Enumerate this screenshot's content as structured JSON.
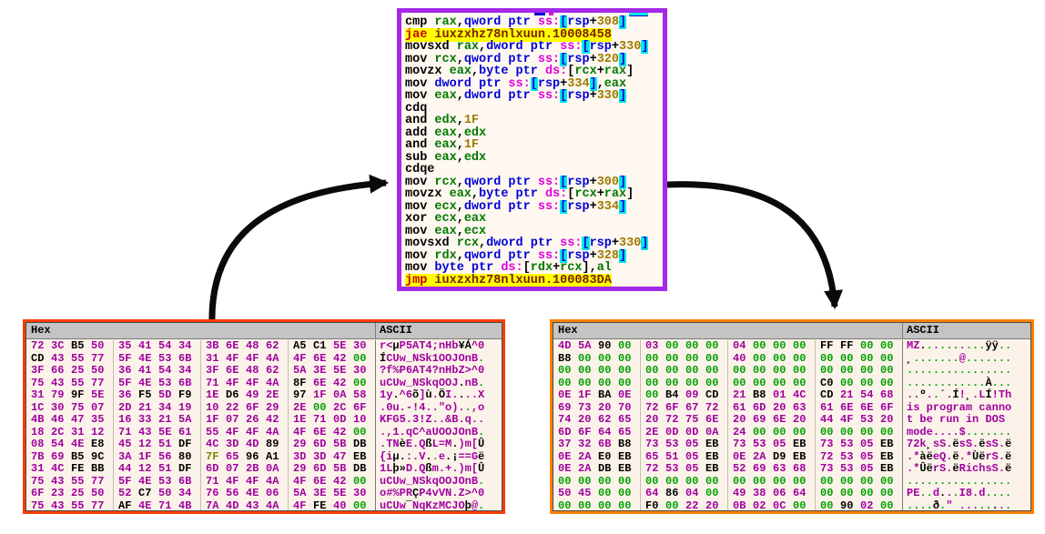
{
  "disasm_panel": {
    "border_color": "#A428E8",
    "background": "#FFF8F0",
    "highlight_color": "#FFFF00",
    "module_name": "iuxzxhz78nlxuun",
    "lines": [
      {
        "hl": false,
        "segs": [
          [
            "mn",
            "cmp "
          ],
          [
            "reg",
            "rax"
          ],
          [
            "pl",
            ","
          ],
          [
            "kw",
            "qword ptr "
          ],
          [
            "seg",
            "ss:"
          ],
          [
            "br",
            "["
          ],
          [
            "sreg",
            "rsp"
          ],
          [
            "pl",
            "+"
          ],
          [
            "num",
            "308"
          ],
          [
            "br",
            "]"
          ]
        ]
      },
      {
        "hl": true,
        "segs": [
          [
            "jcc",
            "jae "
          ],
          [
            "tgt",
            "iuxzxhz78nlxuun.10008458"
          ]
        ]
      },
      {
        "hl": false,
        "segs": [
          [
            "mn",
            "movsxd "
          ],
          [
            "reg",
            "rax"
          ],
          [
            "pl",
            ","
          ],
          [
            "kw",
            "dword ptr "
          ],
          [
            "seg",
            "ss:"
          ],
          [
            "br",
            "["
          ],
          [
            "sreg",
            "rsp"
          ],
          [
            "pl",
            "+"
          ],
          [
            "num",
            "330"
          ],
          [
            "br",
            "]"
          ]
        ]
      },
      {
        "hl": false,
        "segs": [
          [
            "mn",
            "mov "
          ],
          [
            "reg",
            "rcx"
          ],
          [
            "pl",
            ","
          ],
          [
            "kw",
            "qword ptr "
          ],
          [
            "seg",
            "ss:"
          ],
          [
            "br",
            "["
          ],
          [
            "sreg",
            "rsp"
          ],
          [
            "pl",
            "+"
          ],
          [
            "num",
            "320"
          ],
          [
            "br",
            "]"
          ]
        ]
      },
      {
        "hl": false,
        "segs": [
          [
            "mn",
            "movzx "
          ],
          [
            "reg",
            "eax"
          ],
          [
            "pl",
            ","
          ],
          [
            "kw",
            "byte ptr "
          ],
          [
            "seg",
            "ds:"
          ],
          [
            "pl",
            "["
          ],
          [
            "reg",
            "rcx"
          ],
          [
            "pl",
            "+"
          ],
          [
            "reg",
            "rax"
          ],
          [
            "pl",
            "]"
          ]
        ]
      },
      {
        "hl": false,
        "segs": [
          [
            "mn",
            "mov "
          ],
          [
            "kw",
            "dword ptr "
          ],
          [
            "seg",
            "ss:"
          ],
          [
            "br",
            "["
          ],
          [
            "sreg",
            "rsp"
          ],
          [
            "pl",
            "+"
          ],
          [
            "num",
            "334"
          ],
          [
            "br",
            "]"
          ],
          [
            "pl",
            ","
          ],
          [
            "reg",
            "eax"
          ]
        ]
      },
      {
        "hl": false,
        "segs": [
          [
            "mn",
            "mov "
          ],
          [
            "reg",
            "eax"
          ],
          [
            "pl",
            ","
          ],
          [
            "kw",
            "dword ptr "
          ],
          [
            "seg",
            "ss:"
          ],
          [
            "br",
            "["
          ],
          [
            "sreg",
            "rsp"
          ],
          [
            "pl",
            "+"
          ],
          [
            "num",
            "330"
          ],
          [
            "br",
            "]"
          ]
        ]
      },
      {
        "hl": false,
        "segs": [
          [
            "mn",
            "cdq"
          ]
        ]
      },
      {
        "hl": false,
        "segs": [
          [
            "mn",
            "and "
          ],
          [
            "reg",
            "edx"
          ],
          [
            "pl",
            ","
          ],
          [
            "num",
            "1F"
          ]
        ]
      },
      {
        "hl": false,
        "segs": [
          [
            "mn",
            "add "
          ],
          [
            "reg",
            "eax"
          ],
          [
            "pl",
            ","
          ],
          [
            "reg",
            "edx"
          ]
        ]
      },
      {
        "hl": false,
        "segs": [
          [
            "mn",
            "and "
          ],
          [
            "reg",
            "eax"
          ],
          [
            "pl",
            ","
          ],
          [
            "num",
            "1F"
          ]
        ]
      },
      {
        "hl": false,
        "segs": [
          [
            "mn",
            "sub "
          ],
          [
            "reg",
            "eax"
          ],
          [
            "pl",
            ","
          ],
          [
            "reg",
            "edx"
          ]
        ]
      },
      {
        "hl": false,
        "segs": [
          [
            "mn",
            "cdqe"
          ]
        ]
      },
      {
        "hl": false,
        "segs": [
          [
            "mn",
            "mov "
          ],
          [
            "reg",
            "rcx"
          ],
          [
            "pl",
            ","
          ],
          [
            "kw",
            "qword ptr "
          ],
          [
            "seg",
            "ss:"
          ],
          [
            "br",
            "["
          ],
          [
            "sreg",
            "rsp"
          ],
          [
            "pl",
            "+"
          ],
          [
            "num",
            "300"
          ],
          [
            "br",
            "]"
          ]
        ]
      },
      {
        "hl": false,
        "segs": [
          [
            "mn",
            "movzx "
          ],
          [
            "reg",
            "eax"
          ],
          [
            "pl",
            ","
          ],
          [
            "kw",
            "byte ptr "
          ],
          [
            "seg",
            "ds:"
          ],
          [
            "pl",
            "["
          ],
          [
            "reg",
            "rcx"
          ],
          [
            "pl",
            "+"
          ],
          [
            "reg",
            "rax"
          ],
          [
            "pl",
            "]"
          ]
        ]
      },
      {
        "hl": false,
        "segs": [
          [
            "mn",
            "mov "
          ],
          [
            "reg",
            "ecx"
          ],
          [
            "pl",
            ","
          ],
          [
            "kw",
            "dword ptr "
          ],
          [
            "seg",
            "ss:"
          ],
          [
            "br",
            "["
          ],
          [
            "sreg",
            "rsp"
          ],
          [
            "pl",
            "+"
          ],
          [
            "num",
            "334"
          ],
          [
            "br",
            "]"
          ]
        ]
      },
      {
        "hl": false,
        "segs": [
          [
            "mn",
            "xor "
          ],
          [
            "reg",
            "ecx"
          ],
          [
            "pl",
            ","
          ],
          [
            "reg",
            "eax"
          ]
        ]
      },
      {
        "hl": false,
        "segs": [
          [
            "mn",
            "mov "
          ],
          [
            "reg",
            "eax"
          ],
          [
            "pl",
            ","
          ],
          [
            "reg",
            "ecx"
          ]
        ]
      },
      {
        "hl": false,
        "segs": [
          [
            "mn",
            "movsxd "
          ],
          [
            "reg",
            "rcx"
          ],
          [
            "pl",
            ","
          ],
          [
            "kw",
            "dword ptr "
          ],
          [
            "seg",
            "ss:"
          ],
          [
            "br",
            "["
          ],
          [
            "sreg",
            "rsp"
          ],
          [
            "pl",
            "+"
          ],
          [
            "num",
            "330"
          ],
          [
            "br",
            "]"
          ]
        ]
      },
      {
        "hl": false,
        "segs": [
          [
            "mn",
            "mov "
          ],
          [
            "reg",
            "rdx"
          ],
          [
            "pl",
            ","
          ],
          [
            "kw",
            "qword ptr "
          ],
          [
            "seg",
            "ss:"
          ],
          [
            "br",
            "["
          ],
          [
            "sreg",
            "rsp"
          ],
          [
            "pl",
            "+"
          ],
          [
            "num",
            "328"
          ],
          [
            "br",
            "]"
          ]
        ]
      },
      {
        "hl": false,
        "segs": [
          [
            "mn",
            "mov "
          ],
          [
            "kw",
            "byte ptr "
          ],
          [
            "seg",
            "ds:"
          ],
          [
            "pl",
            "["
          ],
          [
            "reg",
            "rdx"
          ],
          [
            "pl",
            "+"
          ],
          [
            "reg",
            "rcx"
          ],
          [
            "pl",
            "]"
          ],
          [
            "pl",
            ","
          ],
          [
            "reg",
            "al"
          ]
        ]
      },
      {
        "hl": true,
        "segs": [
          [
            "jcc",
            "jmp "
          ],
          [
            "tgt",
            "iuxzxhz78nlxuun.100083DA"
          ]
        ]
      }
    ]
  },
  "hex_left": {
    "border_color": "#FF3D00",
    "header": {
      "hex": "Hex",
      "ascii": "ASCII"
    },
    "rows": [
      {
        "bytes": "72 3C B5 50 35 41 54 34 3B 6E 48 62 A5 C1 5E 30",
        "ascii": "r<µP5AT4;nHb¥Á^0"
      },
      {
        "bytes": "CD 43 55 77 5F 4E 53 6B 31 4F 4F 4A 4F 6E 42 00",
        "ascii": "ÍCUw_NSk1OOJOnB."
      },
      {
        "bytes": "3F 66 25 50 36 41 54 34 3F 6E 48 62 5A 3E 5E 30",
        "ascii": "?f%P6AT4?nHbZ>^0"
      },
      {
        "bytes": "75 43 55 77 5F 4E 53 6B 71 4F 4F 4A 8F 6E 42 00",
        "ascii": "uCUw_NSkqOOJ.nB."
      },
      {
        "bytes": "31 79 9F 5E 36 F5 5D F9 1E D6 49 2E 97 1F 0A 58",
        "ascii": "1y.^6õ]ù.ÖI....X"
      },
      {
        "bytes": "1C 30 75 07 2D 21 34 19 10 22 6F 29 2E 00 2C 6F",
        "ascii": ".0u.-!4..\"o)..,o"
      },
      {
        "bytes": "4B 46 47 35 16 33 21 5A 1F 07 26 42 1E 71 0D 10",
        "ascii": "KFG5.3!Z..&B.q.."
      },
      {
        "bytes": "18 2C 31 12 71 43 5E 61 55 4F 4F 4A 4F 6E 42 00",
        "ascii": ".,1.qC^aUOOJOnB."
      },
      {
        "bytes": "08 54 4E E8 45 12 51 DF 4C 3D 4D 89 29 6D 5B DB",
        "ascii": ".TNèE.QßL=M.)m[Û"
      },
      {
        "bytes": "7B 69 B5 9C 3A 1F 56 80 7F 65 96 A1 3D 3D 47 EB",
        "ascii": "{iµ.:.V..e.¡==Gë"
      },
      {
        "bytes": "31 4C FE BB 44 12 51 DF 6D 07 2B 0A 29 6D 5B DB",
        "ascii": "1Lþ»D.Qßm.+.)m[Û"
      },
      {
        "bytes": "75 43 55 77 5F 4E 53 6B 71 4F 4F 4A 4F 6E 42 00",
        "ascii": "uCUw_NSkqOOJOnB."
      },
      {
        "bytes": "6F 23 25 50 52 C7 50 34 76 56 4E 06 5A 3E 5E 30",
        "ascii": "o#%PRÇP4vVN.Z>^0"
      },
      {
        "bytes": "75 43 55 77 AF 4E 71 4B 7A 4D 43 4A 4F FE 40 00",
        "ascii": "uCUw¯NqKzMCJOþ@."
      }
    ]
  },
  "hex_right": {
    "border_color": "#FF8000",
    "header": {
      "hex": "Hex",
      "ascii": "ASCII"
    },
    "rows": [
      {
        "bytes": "4D 5A 90 00 03 00 00 00 04 00 00 00 FF FF 00 00",
        "ascii": "MZ..........ÿÿ.."
      },
      {
        "bytes": "B8 00 00 00 00 00 00 00 40 00 00 00 00 00 00 00",
        "ascii": "¸.......@......."
      },
      {
        "bytes": "00 00 00 00 00 00 00 00 00 00 00 00 00 00 00 00",
        "ascii": "................"
      },
      {
        "bytes": "00 00 00 00 00 00 00 00 00 00 00 00 C0 00 00 00",
        "ascii": "............À..."
      },
      {
        "bytes": "0E 1F BA 0E 00 B4 09 CD 21 B8 01 4C CD 21 54 68",
        "ascii": "..º..´.Í!¸.LÍ!Th"
      },
      {
        "bytes": "69 73 20 70 72 6F 67 72 61 6D 20 63 61 6E 6E 6F",
        "ascii": "is program canno"
      },
      {
        "bytes": "74 20 62 65 20 72 75 6E 20 69 6E 20 44 4F 53 20",
        "ascii": "t be run in DOS "
      },
      {
        "bytes": "6D 6F 64 65 2E 0D 0D 0A 24 00 00 00 00 00 00 00",
        "ascii": "mode....$......."
      },
      {
        "bytes": "37 32 6B B8 73 53 05 EB 73 53 05 EB 73 53 05 EB",
        "ascii": "72k¸sS.ësS.ësS.ë"
      },
      {
        "bytes": "0E 2A E0 EB 65 51 05 EB 0E 2A D9 EB 72 53 05 EB",
        "ascii": ".*àëeQ.ë.*ÙërS.ë"
      },
      {
        "bytes": "0E 2A DB EB 72 53 05 EB 52 69 63 68 73 53 05 EB",
        "ascii": ".*ÛërS.ëRichsS.ë"
      },
      {
        "bytes": "00 00 00 00 00 00 00 00 00 00 00 00 00 00 00 00",
        "ascii": "................"
      },
      {
        "bytes": "50 45 00 00 64 86 04 00 49 38 06 64 00 00 00 00",
        "ascii": "PE..d...I8.d...."
      },
      {
        "bytes": "00 00 00 00 F0 00 22 20 0B 02 0C 00 00 90 02 00",
        "ascii": "....ð.\" ........"
      }
    ]
  },
  "arrows": {
    "color": "#0A0A0A"
  }
}
